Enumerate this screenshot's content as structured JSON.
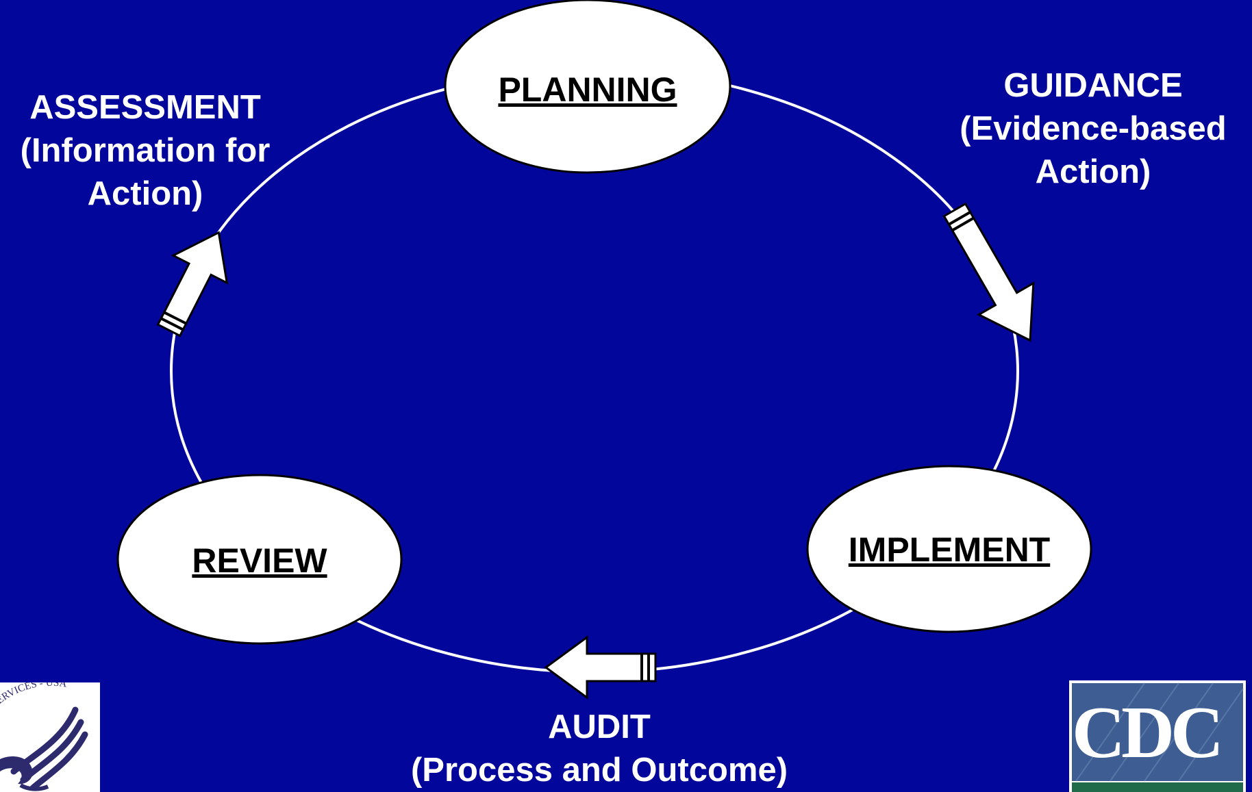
{
  "nodes": {
    "planning": "PLANNING",
    "implement": "IMPLEMENT",
    "review": "REVIEW"
  },
  "transitions": {
    "guidance": {
      "line1": "GUIDANCE",
      "line2": "(Evidence-based",
      "line3": "Action)"
    },
    "audit": {
      "line1": "AUDIT",
      "line2": "(Process and Outcome)"
    },
    "assessment": {
      "line1": "ASSESSMENT",
      "line2": "(Information for",
      "line3": "Action)"
    }
  },
  "logos": {
    "hhs_seal_text": "SERVICES - USA",
    "cdc_text": "CDC"
  },
  "colors": {
    "background": "#03069A",
    "node_fill": "#FFFFFF",
    "text_light": "#FFFFFF",
    "cdc_blue": "#3E5E93",
    "cdc_green": "#1F6B4A",
    "hhs_purple": "#2E2A6E"
  },
  "icons": {
    "cycle_arrows": "white-block-arrow",
    "left_logo": "hhs-eagle-seal",
    "right_logo": "cdc-logo"
  }
}
